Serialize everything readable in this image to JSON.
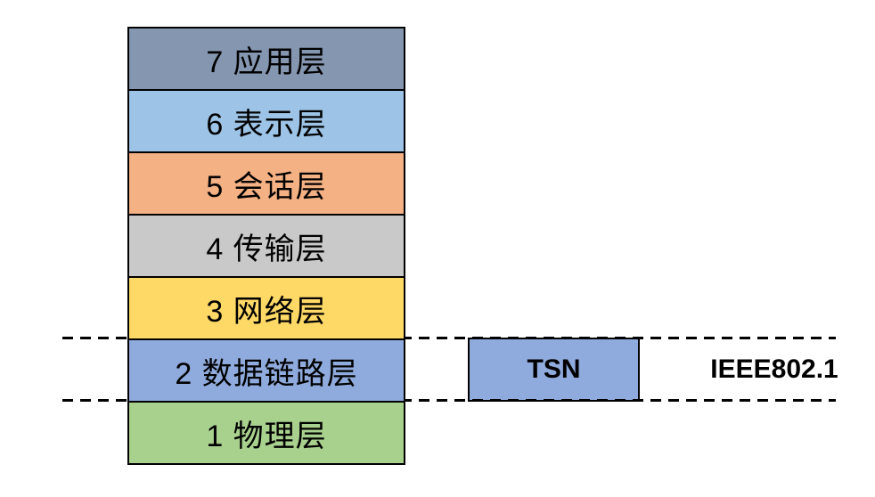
{
  "diagram": {
    "osi_stack": {
      "layers": [
        {
          "label": "7 应用层",
          "color": "#8496B0"
        },
        {
          "label": "6 表示层",
          "color": "#9DC3E6"
        },
        {
          "label": "5 会话层",
          "color": "#F4B183"
        },
        {
          "label": "4 传输层",
          "color": "#C9C9C9"
        },
        {
          "label": "3 网络层",
          "color": "#FFD966"
        },
        {
          "label": "2 数据链路层",
          "color": "#8FAADC"
        },
        {
          "label": "1 物理层",
          "color": "#A9D18E"
        }
      ],
      "border_color": "#000000"
    },
    "tsn_box": {
      "label": "TSN",
      "color": "#8FAADC"
    },
    "annotation": {
      "label": "IEEE802.1"
    }
  }
}
